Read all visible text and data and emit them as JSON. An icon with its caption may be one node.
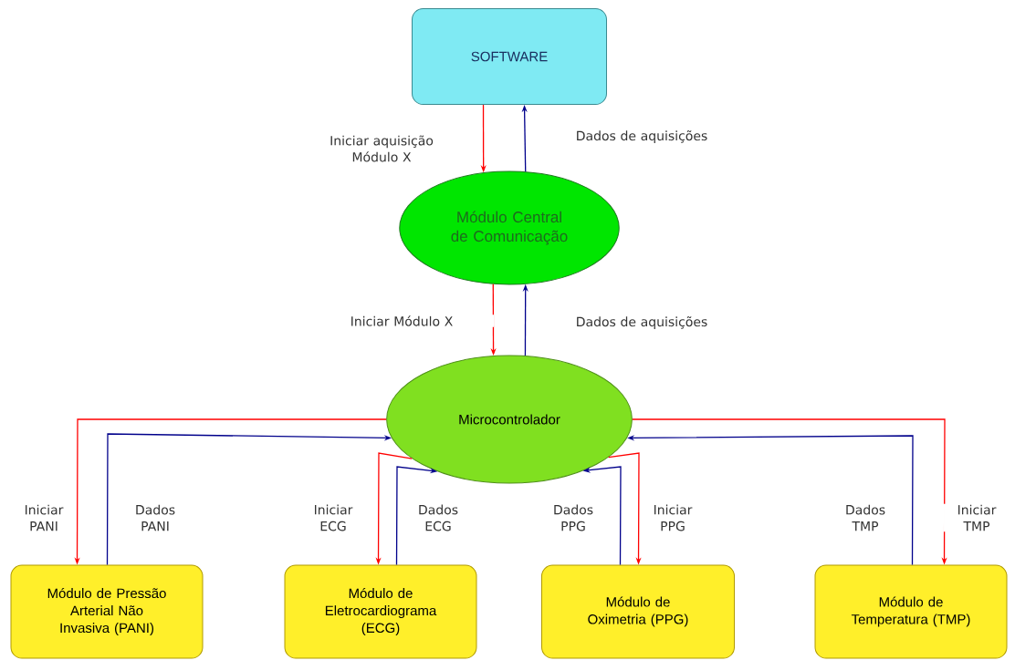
{
  "diagram": {
    "nodes": [
      {
        "text": [
          "SOFTWARE"
        ]
      },
      {
        "text": [
          "Módulo Central de Comunicação"
        ]
      },
      {
        "text": [
          "Microcontrolador"
        ]
      },
      {
        "text": [
          "Módulo de Pressão Arterial Não Invasiva (PANI)"
        ]
      },
      {
        "text": [
          "Módulo de Eletrocardiograma (ECG)"
        ]
      },
      {
        "text": [
          "Módulo de Oximetria (PPG)"
        ]
      },
      {
        "text": [
          "Módulo de Temperatura (TMP)"
        ]
      }
    ],
    "edges": [
      {
        "from": 0,
        "to": 1,
        "arrow": "to",
        "label": "Iniciar aquisição Módulo X",
        "color": "#ff0000"
      },
      {
        "from": 1,
        "to": 0,
        "arrow": "to",
        "label": "Dados de aquisições",
        "color": "#00008b"
      },
      {
        "from": 1,
        "to": 2,
        "arrow": "to",
        "label": "Iniciar Módulo X",
        "color": "#ff0000"
      },
      {
        "from": 2,
        "to": 1,
        "arrow": "to",
        "label": "Dados de aquisições",
        "color": "#00008b"
      },
      {
        "from": 2,
        "to": 3,
        "arrow": "to",
        "label": "Iniciar PANI",
        "color": "#ff0000"
      },
      {
        "from": 3,
        "to": 2,
        "arrow": "to",
        "label": "Dados PANI",
        "color": "#00008b"
      },
      {
        "from": 2,
        "to": 4,
        "arrow": "to",
        "label": "Iniciar ECG",
        "color": "#ff0000"
      },
      {
        "from": 4,
        "to": 2,
        "arrow": "to",
        "label": "Dados ECG",
        "color": "#00008b"
      },
      {
        "from": 5,
        "to": 2,
        "arrow": "to",
        "label": "Dados PPG",
        "color": "#00008b"
      },
      {
        "from": 2,
        "to": 5,
        "arrow": "to",
        "label": "Iniciar PPG",
        "color": "#ff0000"
      },
      {
        "from": 6,
        "to": 2,
        "arrow": "to",
        "label": "Dados TMP",
        "color": "#00008b"
      },
      {
        "from": 2,
        "to": 6,
        "arrow": "to",
        "label": "Iniciar TMP",
        "color": "#ff0000"
      }
    ]
  }
}
